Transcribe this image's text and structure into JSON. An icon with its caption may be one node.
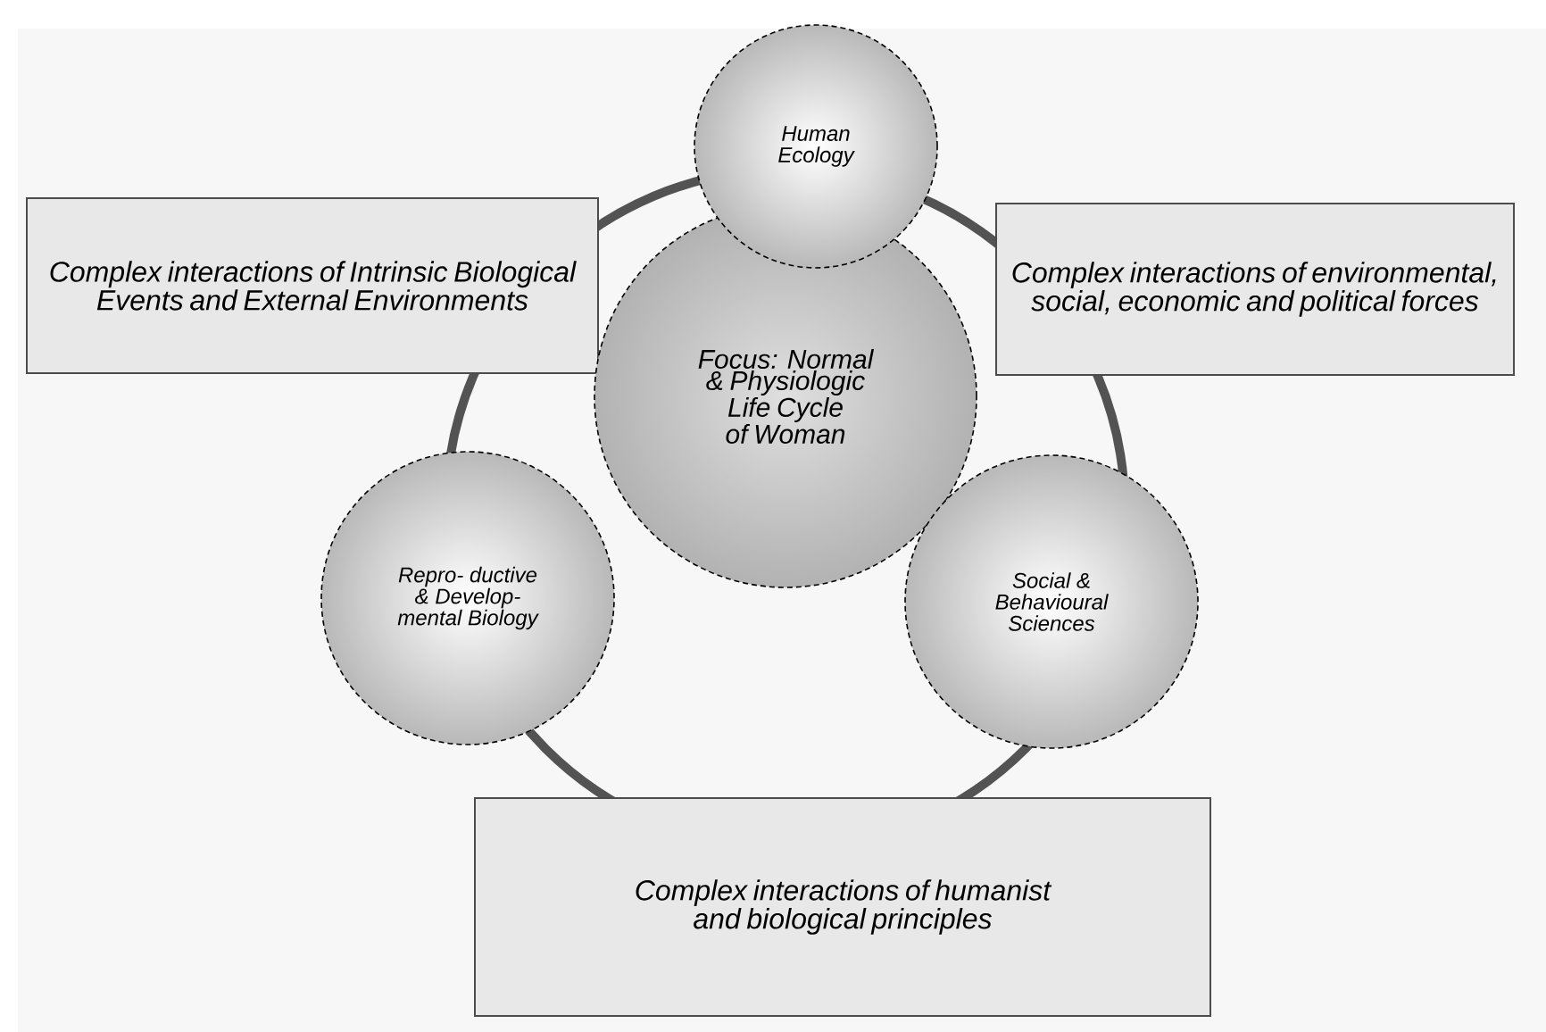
{
  "diagram": {
    "nodes": [
      {
        "text": [
          "Human Ecology"
        ]
      },
      {
        "text": [
          "Complex interactions of Intrinsic Biological Events and External Environments"
        ]
      },
      {
        "text": [
          "Complex interactions of environmental, social, economic and political forces"
        ]
      },
      {
        "text": [
          "Focus: Normal & Physiologic Life Cycle of Woman"
        ]
      },
      {
        "text": [
          "Repro- ductive & Develop- mental Biology"
        ]
      },
      {
        "text": [
          "Social & Behavioural Sciences"
        ]
      },
      {
        "text": [
          "Complex interactions of humanist and biological principles"
        ]
      }
    ]
  }
}
